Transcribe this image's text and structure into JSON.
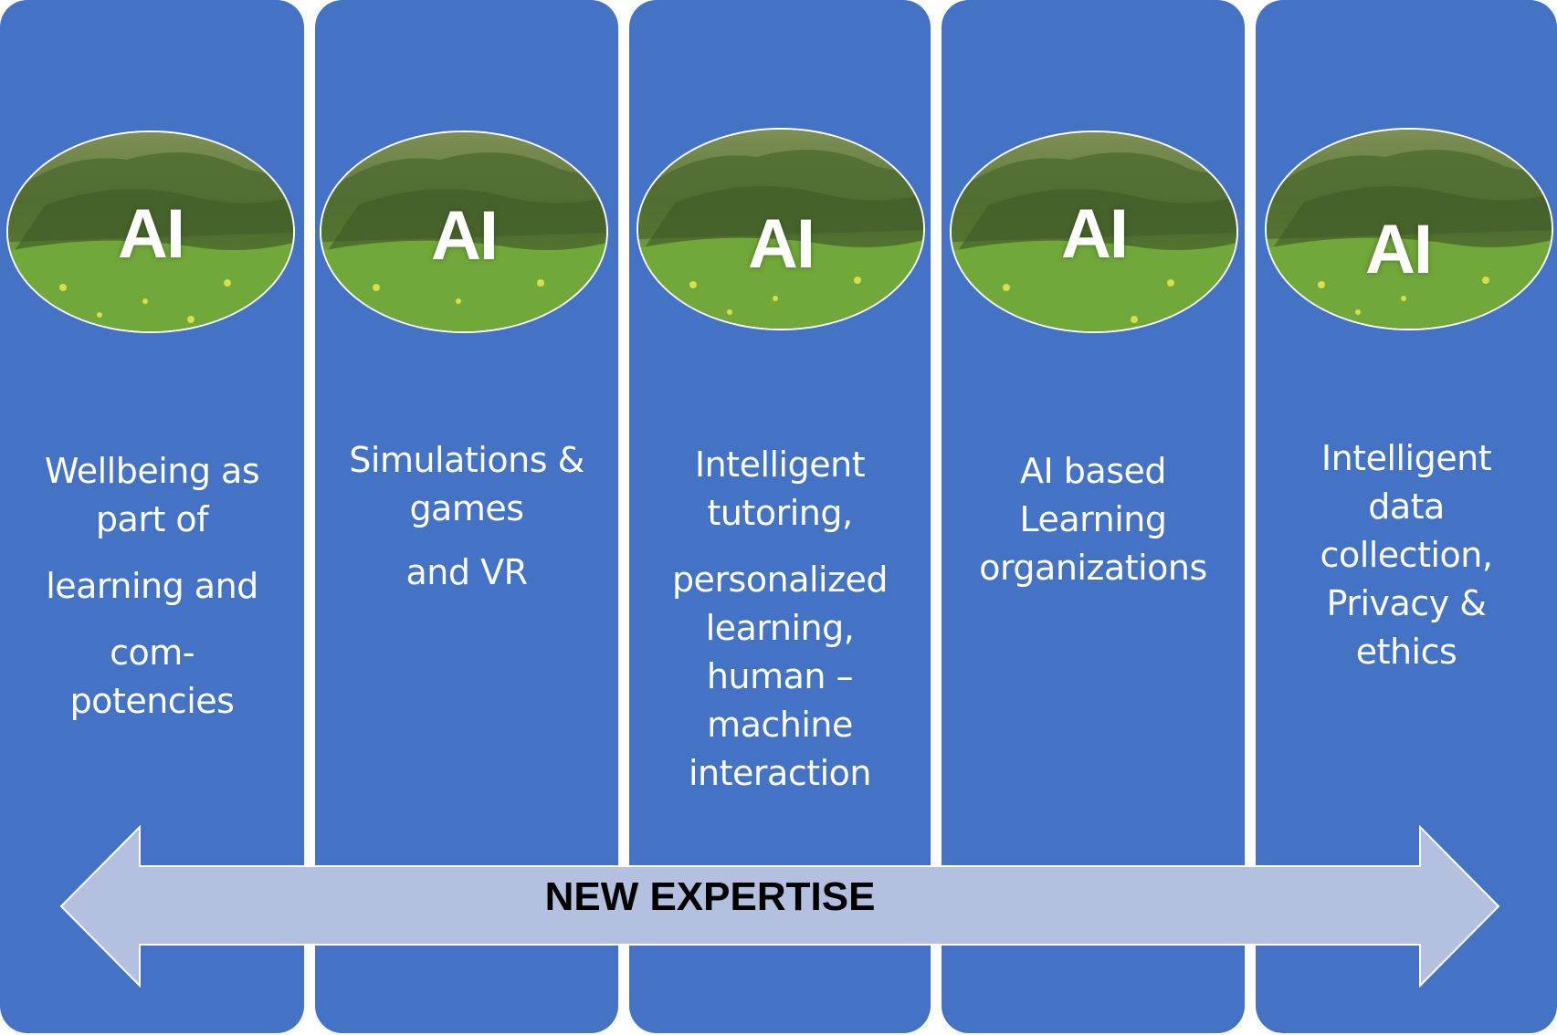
{
  "columns": [
    {
      "badge": "AI",
      "lines": [
        "Wellbeing as",
        "part of",
        "learning and",
        "com-",
        "potencies"
      ]
    },
    {
      "badge": "AI",
      "lines": [
        "Simulations &",
        "games",
        "and VR"
      ]
    },
    {
      "badge": "AI",
      "lines": [
        "Intelligent",
        "tutoring,",
        "personalized",
        "learning,",
        "human –",
        "machine",
        "interaction"
      ]
    },
    {
      "badge": "AI",
      "lines": [
        "AI based",
        "Learning",
        "organizations"
      ]
    },
    {
      "badge": "AI",
      "lines": [
        "Intelligent",
        "data",
        "collection,",
        "Privacy &",
        "ethics"
      ]
    }
  ],
  "arrow": {
    "label": "NEW EXPERTISE"
  },
  "colors": {
    "column": "#4472c4",
    "arrow_fill": "#b4c0e0",
    "text": "#ffffff"
  }
}
